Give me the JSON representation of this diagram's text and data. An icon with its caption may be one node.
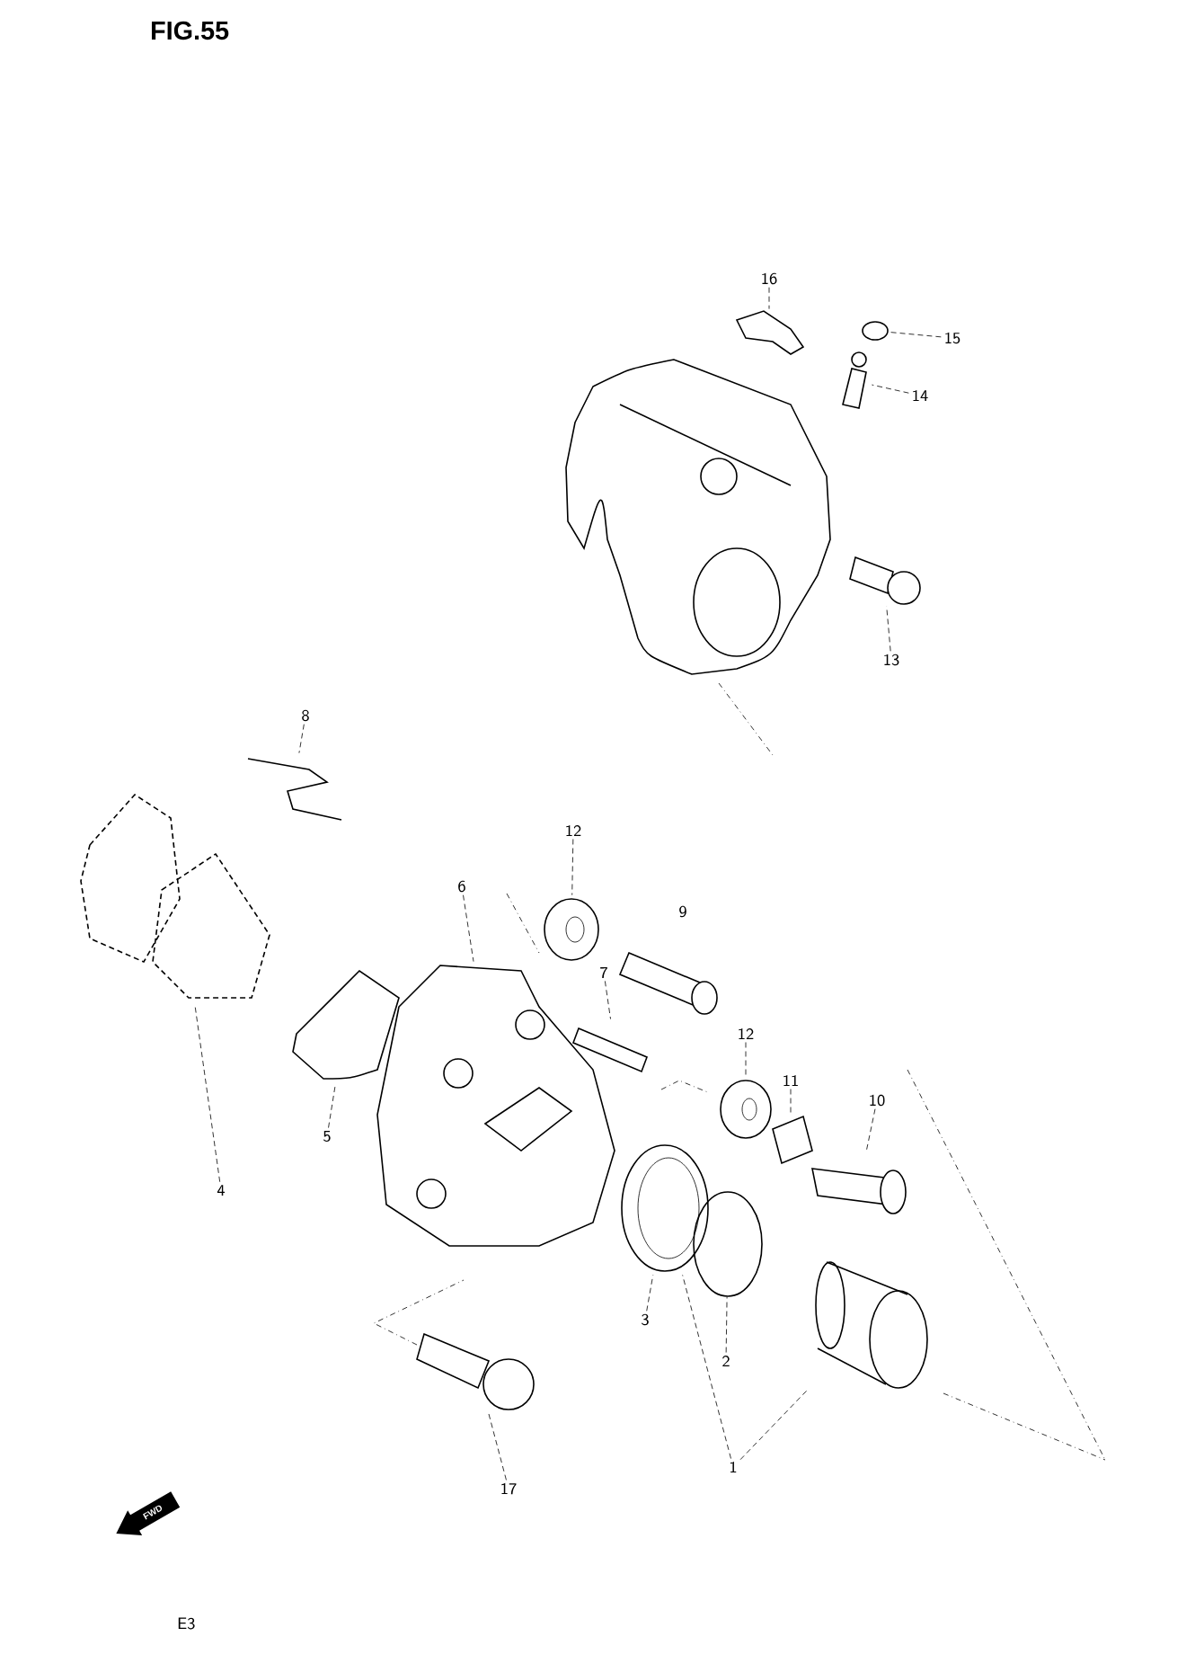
{
  "diagram": {
    "title": "FIG.55",
    "nodes": [
      {
        "text": [
          "16"
        ]
      },
      {
        "text": [],
        "shape": "picture"
      },
      {
        "text": [
          "15"
        ]
      },
      {
        "text": [],
        "shape": "circle"
      },
      {
        "text": [
          "14"
        ]
      },
      {
        "text": [],
        "shape": "picture"
      },
      {
        "text": [
          "13"
        ]
      },
      {
        "text": [],
        "shape": "picture"
      },
      {
        "text": [],
        "shape": "picture"
      },
      {
        "text": [
          "8"
        ]
      },
      {
        "text": [],
        "shape": "picture"
      },
      {
        "text": [
          "4"
        ]
      },
      {
        "text": [],
        "shape": "picture"
      },
      {
        "text": [
          "5"
        ]
      },
      {
        "text": [],
        "shape": "picture"
      },
      {
        "text": [
          "6"
        ]
      },
      {
        "text": [],
        "shape": "picture"
      },
      {
        "text": [
          "12"
        ]
      },
      {
        "text": [],
        "shape": "picture"
      },
      {
        "text": [],
        "shape": "picture"
      },
      {
        "text": [
          "7"
        ]
      },
      {
        "text": [],
        "shape": "picture"
      },
      {
        "text": [
          "12"
        ]
      },
      {
        "text": [],
        "shape": "picture"
      },
      {
        "text": [
          "11"
        ]
      },
      {
        "text": [],
        "shape": "picture"
      },
      {
        "text": [
          "10"
        ]
      },
      {
        "text": [],
        "shape": "picture"
      },
      {
        "text": [
          "3"
        ]
      },
      {
        "text": [],
        "shape": "picture"
      },
      {
        "text": [
          "2"
        ]
      },
      {
        "text": [],
        "shape": "circle"
      },
      {
        "text": [],
        "shape": "picture"
      },
      {
        "text": [
          "1"
        ]
      },
      {
        "text": [
          "17"
        ]
      },
      {
        "text": [],
        "shape": "picture"
      }
    ],
    "edges": [
      {
        "from": 0,
        "to": 1,
        "arrow": "none"
      },
      {
        "from": 2,
        "to": 3,
        "arrow": "none"
      },
      {
        "from": 4,
        "to": 5,
        "arrow": "none"
      },
      {
        "from": 6,
        "to": 7,
        "arrow": "none"
      },
      {
        "from": 9,
        "to": 10,
        "arrow": "none"
      },
      {
        "from": 11,
        "to": 12,
        "arrow": "none"
      },
      {
        "from": 13,
        "to": 14,
        "arrow": "none"
      },
      {
        "from": 15,
        "to": 16,
        "arrow": "none"
      },
      {
        "from": 17,
        "to": 18,
        "arrow": "none"
      },
      {
        "from": 20,
        "to": 21,
        "arrow": "none"
      },
      {
        "from": 22,
        "to": 23,
        "arrow": "none"
      },
      {
        "from": 24,
        "to": 25,
        "arrow": "none"
      },
      {
        "from": 26,
        "to": 27,
        "arrow": "none"
      },
      {
        "from": 28,
        "to": 29,
        "arrow": "none"
      },
      {
        "from": 30,
        "to": 31,
        "arrow": "none"
      },
      {
        "from": 33,
        "to": 29,
        "arrow": "none"
      },
      {
        "from": 33,
        "to": 32,
        "arrow": "none"
      },
      {
        "from": 34,
        "to": 35,
        "arrow": "none"
      }
    ],
    "labels": [
      "9",
      "FWD",
      "E3"
    ]
  }
}
